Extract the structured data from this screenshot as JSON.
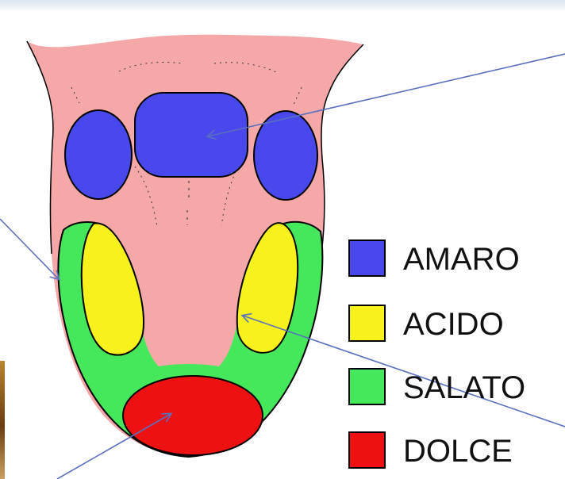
{
  "legend": {
    "items": [
      {
        "key": "bitter",
        "label": "AMARO",
        "color": "#4848ec"
      },
      {
        "key": "sour",
        "label": "ACIDO",
        "color": "#f7f21c"
      },
      {
        "key": "salty",
        "label": "SALATO",
        "color": "#44e85a"
      },
      {
        "key": "sweet",
        "label": "DOLCE",
        "color": "#ee1111"
      }
    ]
  },
  "colors": {
    "tongue_base": "#f6a8a8",
    "outline": "#000000",
    "pointer_line": "#5a70c0",
    "top_band": "#dbe6f3"
  }
}
